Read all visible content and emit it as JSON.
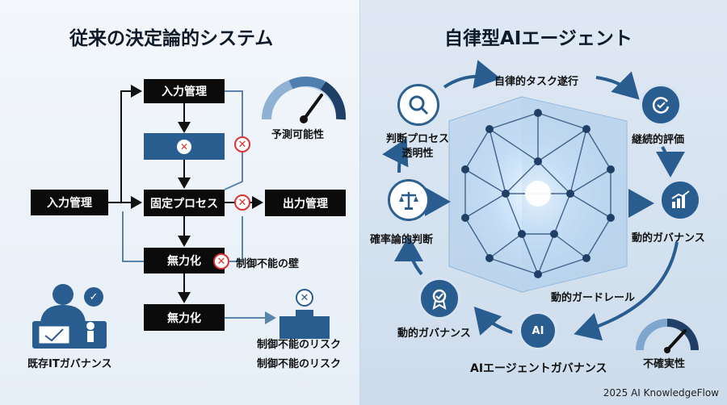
{
  "left": {
    "title": "従来の決定論的システム",
    "input_box": "入力管理",
    "top_box": "入力管理",
    "fixed_process": "固定プロセス",
    "output_box": "出力管理",
    "disable_box_1": "無力化",
    "disable_box_2": "無力化",
    "wall_label": "制御不能の壁",
    "predictability_label": "予測可能性",
    "risk_label_1": "制御不能のリスク",
    "risk_label_2": "制御不能のリスク",
    "existing_governance": "既存ITガバナンス"
  },
  "right": {
    "title": "自律型AIエージェント",
    "autonomous_task": "自律的タスク遂行",
    "continuous_eval": "継続的評価",
    "dynamic_governance_right": "動的ガバナンス",
    "process_transparency": "判断プロセス\n透明性",
    "probabilistic_judgment": "確率論的判断",
    "dynamic_guardrail": "動的ガードレール",
    "dynamic_governance_left": "動的ガバナンス",
    "ai_agent_governance": "AIエージェントガバナンス",
    "uncertainty": "不確実性",
    "ai_badge": "AI"
  },
  "footer": "2025 AI KnowledgeFlow",
  "colors": {
    "navy": "#2a5d8f",
    "dark": "#0b0b0b",
    "red": "#d33333",
    "line": "#5a84ac"
  }
}
